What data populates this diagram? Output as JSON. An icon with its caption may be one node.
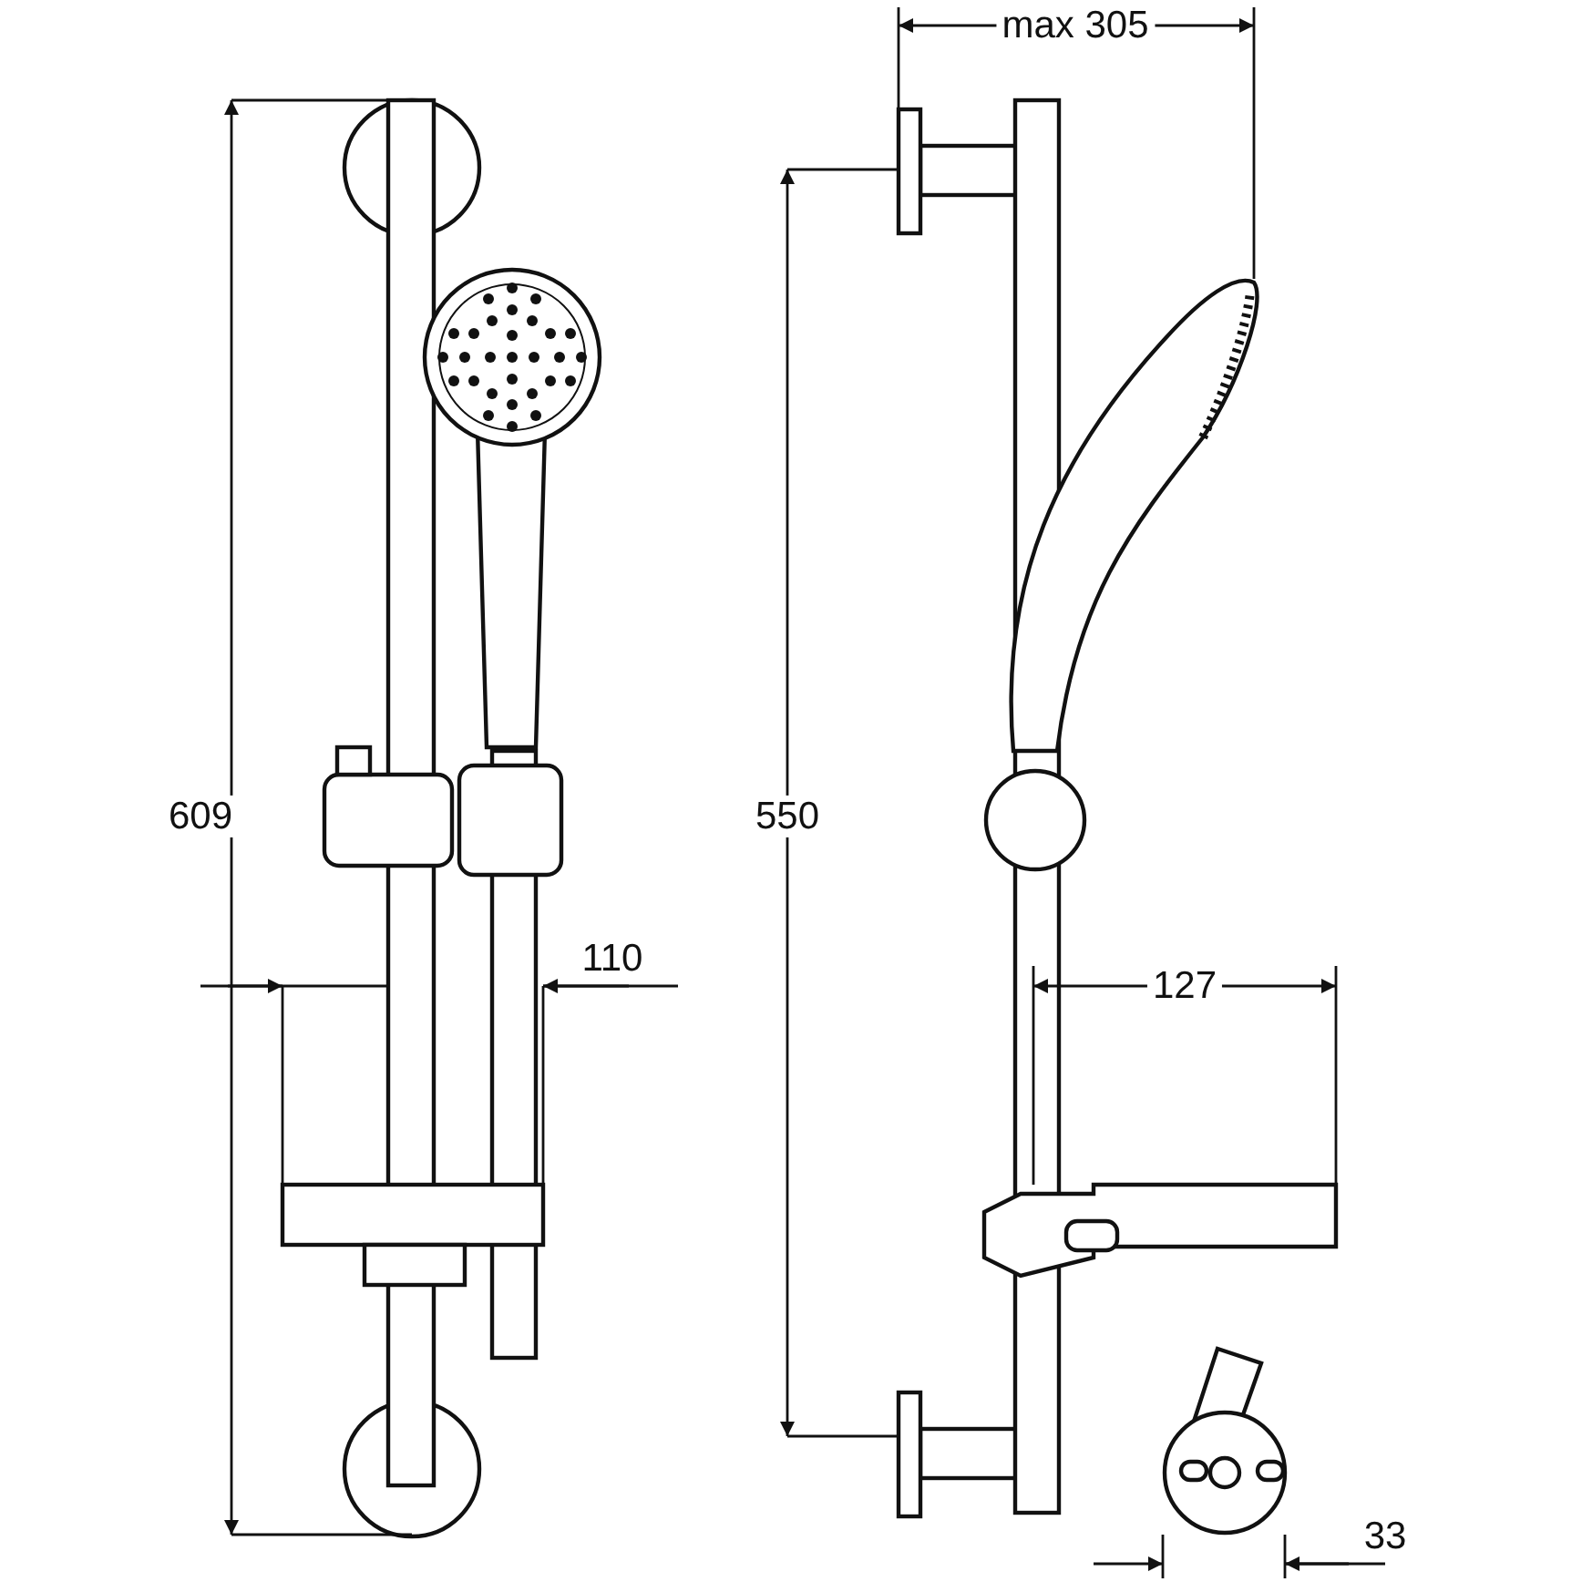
{
  "diagram": {
    "labels": [
      "max 305",
      "609",
      "550",
      "110",
      "127",
      "33"
    ]
  }
}
